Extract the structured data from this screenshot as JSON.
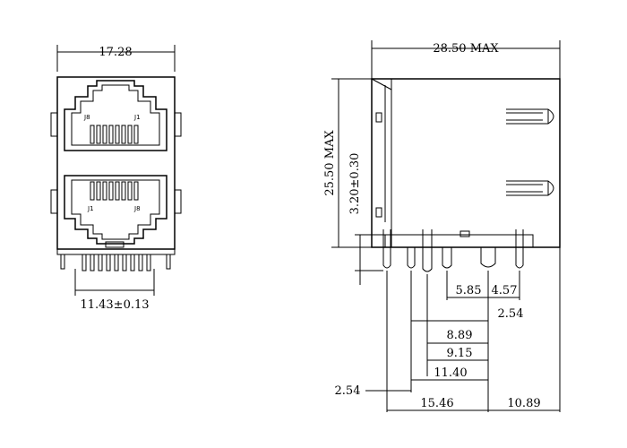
{
  "dimensions": {
    "front_width": "17.28",
    "front_pin_span": "11.43±0.13",
    "side_length": "28.50 MAX",
    "side_height": "25.50 MAX",
    "side_offset": "3.20±0.30",
    "d_585": "5.85",
    "d_457": "4.57",
    "d_254a": "2.54",
    "d_889": "8.89",
    "d_915": "9.15",
    "d_1140": "11.40",
    "d_254b": "2.54",
    "d_1546": "15.46",
    "d_1089": "10.89"
  },
  "pin_labels": {
    "top_left": "J8",
    "top_right": "J1",
    "bottom_left": "J1",
    "bottom_right": "J8"
  }
}
